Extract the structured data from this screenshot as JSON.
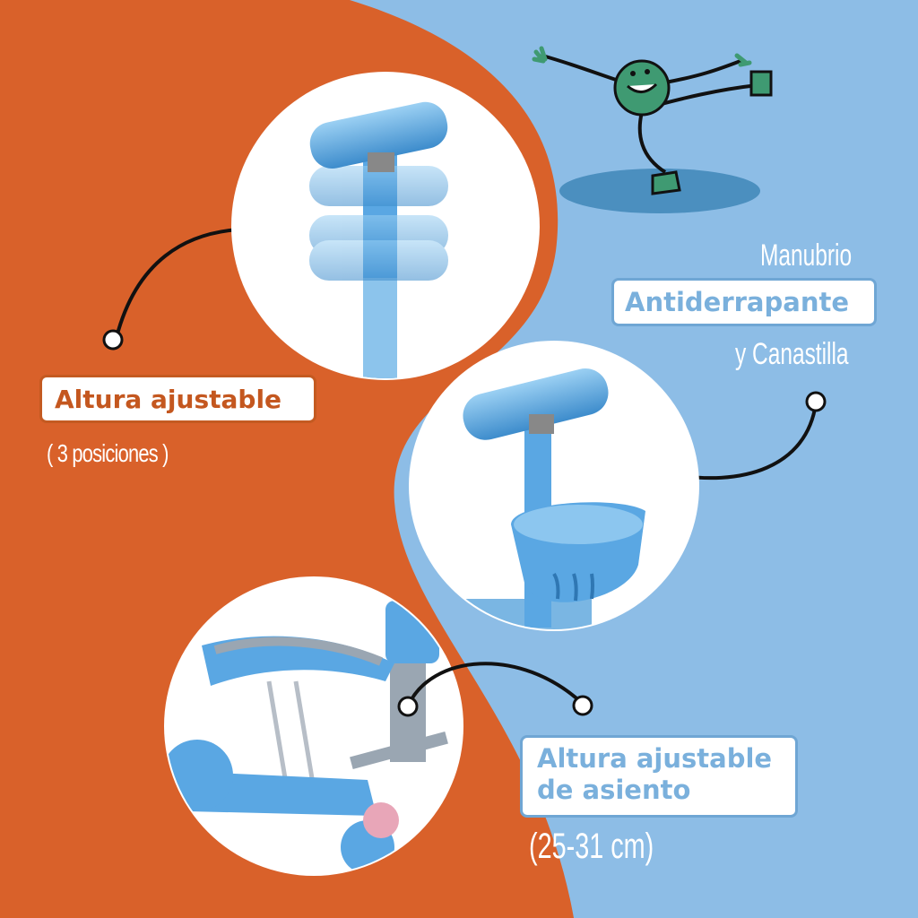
{
  "features": {
    "height_label": "Altura ajustable",
    "height_note": "( 3 posiciones )",
    "handlebar_pre": "Manubrio",
    "handlebar_label": "Antiderrapante",
    "handlebar_post": "y Canastilla",
    "seat_label": "Altura ajustable de asiento",
    "seat_range": "(25-31 cm)"
  },
  "colors": {
    "orange": "#d9612a",
    "light_blue": "#8dbde6",
    "product_blue": "#5aa7e3",
    "mascot_green": "#3f9a72"
  },
  "icons": {
    "mascot": "dancing-ball-mascot-icon"
  }
}
